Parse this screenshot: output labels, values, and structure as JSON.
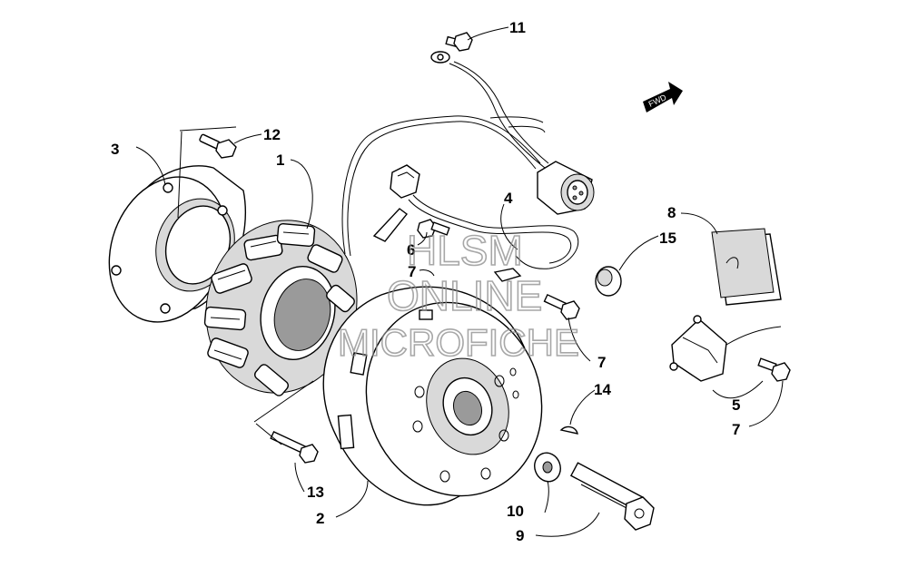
{
  "diagram": {
    "callouts": [
      {
        "id": "c1",
        "label": "1"
      },
      {
        "id": "c2",
        "label": "2"
      },
      {
        "id": "c3",
        "label": "3"
      },
      {
        "id": "c4",
        "label": "4"
      },
      {
        "id": "c5",
        "label": "5"
      },
      {
        "id": "c6",
        "label": "6"
      },
      {
        "id": "c7a",
        "label": "7"
      },
      {
        "id": "c7b",
        "label": "7"
      },
      {
        "id": "c7c",
        "label": "7"
      },
      {
        "id": "c8",
        "label": "8"
      },
      {
        "id": "c9",
        "label": "9"
      },
      {
        "id": "c10",
        "label": "10"
      },
      {
        "id": "c11",
        "label": "11"
      },
      {
        "id": "c12",
        "label": "12"
      },
      {
        "id": "c13",
        "label": "13"
      },
      {
        "id": "c14",
        "label": "14"
      },
      {
        "id": "c15",
        "label": "15"
      }
    ],
    "direction_arrow": "FWD",
    "watermark": {
      "line1": "HLSM",
      "line2": "ONLINE",
      "line3": "MICROFICHE"
    }
  }
}
